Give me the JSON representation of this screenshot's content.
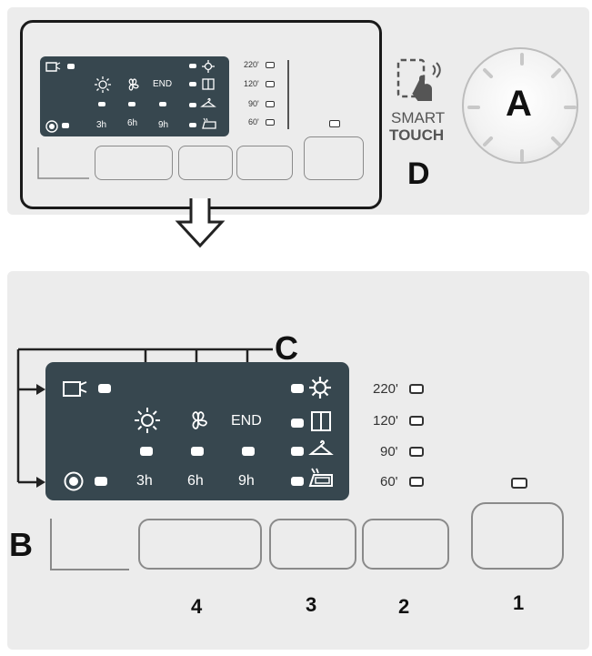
{
  "display": {
    "end_label": "END",
    "hours": [
      "3h",
      "6h",
      "9h"
    ],
    "temperatures": [
      "220'",
      "120'",
      "90'",
      "60'"
    ]
  },
  "labels": {
    "A": "A",
    "B": "B",
    "C": "C",
    "D": "D"
  },
  "smart_touch": {
    "line1": "SMART",
    "line2": "TOUCH"
  },
  "button_numbers": [
    "4",
    "3",
    "2",
    "1"
  ],
  "icons": [
    "cup-icon",
    "sun-icon",
    "fan-icon",
    "gear-icon",
    "cupboard-icon",
    "hanger-icon",
    "iron-icon",
    "drum-icon",
    "smart-touch-phone-icon",
    "down-arrow-icon"
  ],
  "colors": {
    "panel_bg": "#ececec",
    "display_bg": "#37474f",
    "display_text": "#ffffff",
    "outline": "#8a8a8a"
  }
}
